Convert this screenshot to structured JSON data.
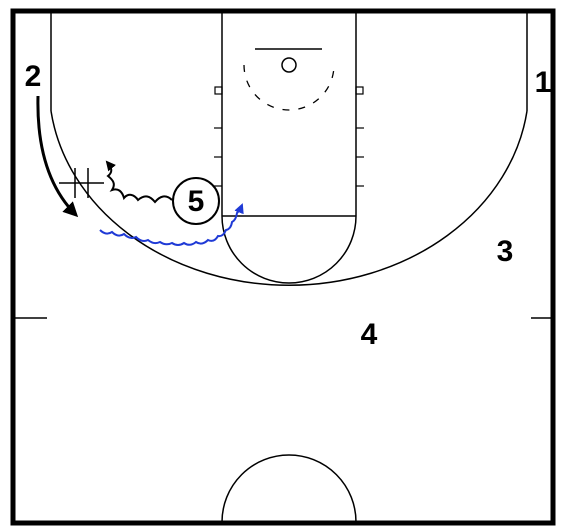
{
  "players": [
    {
      "id": "p1",
      "label": "1"
    },
    {
      "id": "p2",
      "label": "2"
    },
    {
      "id": "p3",
      "label": "3"
    },
    {
      "id": "p4",
      "label": "4"
    },
    {
      "id": "p5",
      "label": "5"
    }
  ],
  "colors": {
    "court_lines": "#000000",
    "dribble_black": "#000000",
    "dribble_blue": "#1f3ad6",
    "background": "#ffffff"
  },
  "icons": [
    "screen-marker-icon",
    "arrow-head-icon"
  ]
}
